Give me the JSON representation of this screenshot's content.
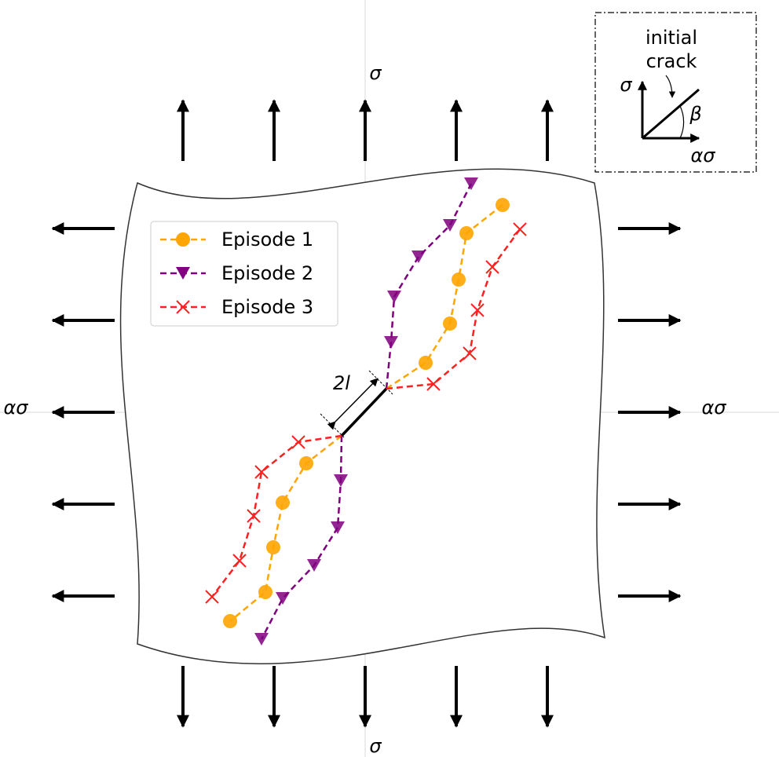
{
  "labels": {
    "sigma_top": "σ",
    "sigma_bottom": "σ",
    "alpha_sigma_left": "ασ",
    "alpha_sigma_right": "ασ",
    "crack_length": "2l"
  },
  "inset": {
    "title_line1": "initial",
    "title_line2": "crack",
    "sigma": "σ",
    "beta": "β",
    "alpha_sigma": "ασ"
  },
  "legend": [
    {
      "label": "Episode 1",
      "color": "#FFA500",
      "marker": "circle"
    },
    {
      "label": "Episode 2",
      "color": "#800080",
      "marker": "triangle-down"
    },
    {
      "label": "Episode 3",
      "color": "#FF2020",
      "marker": "x"
    }
  ]
}
